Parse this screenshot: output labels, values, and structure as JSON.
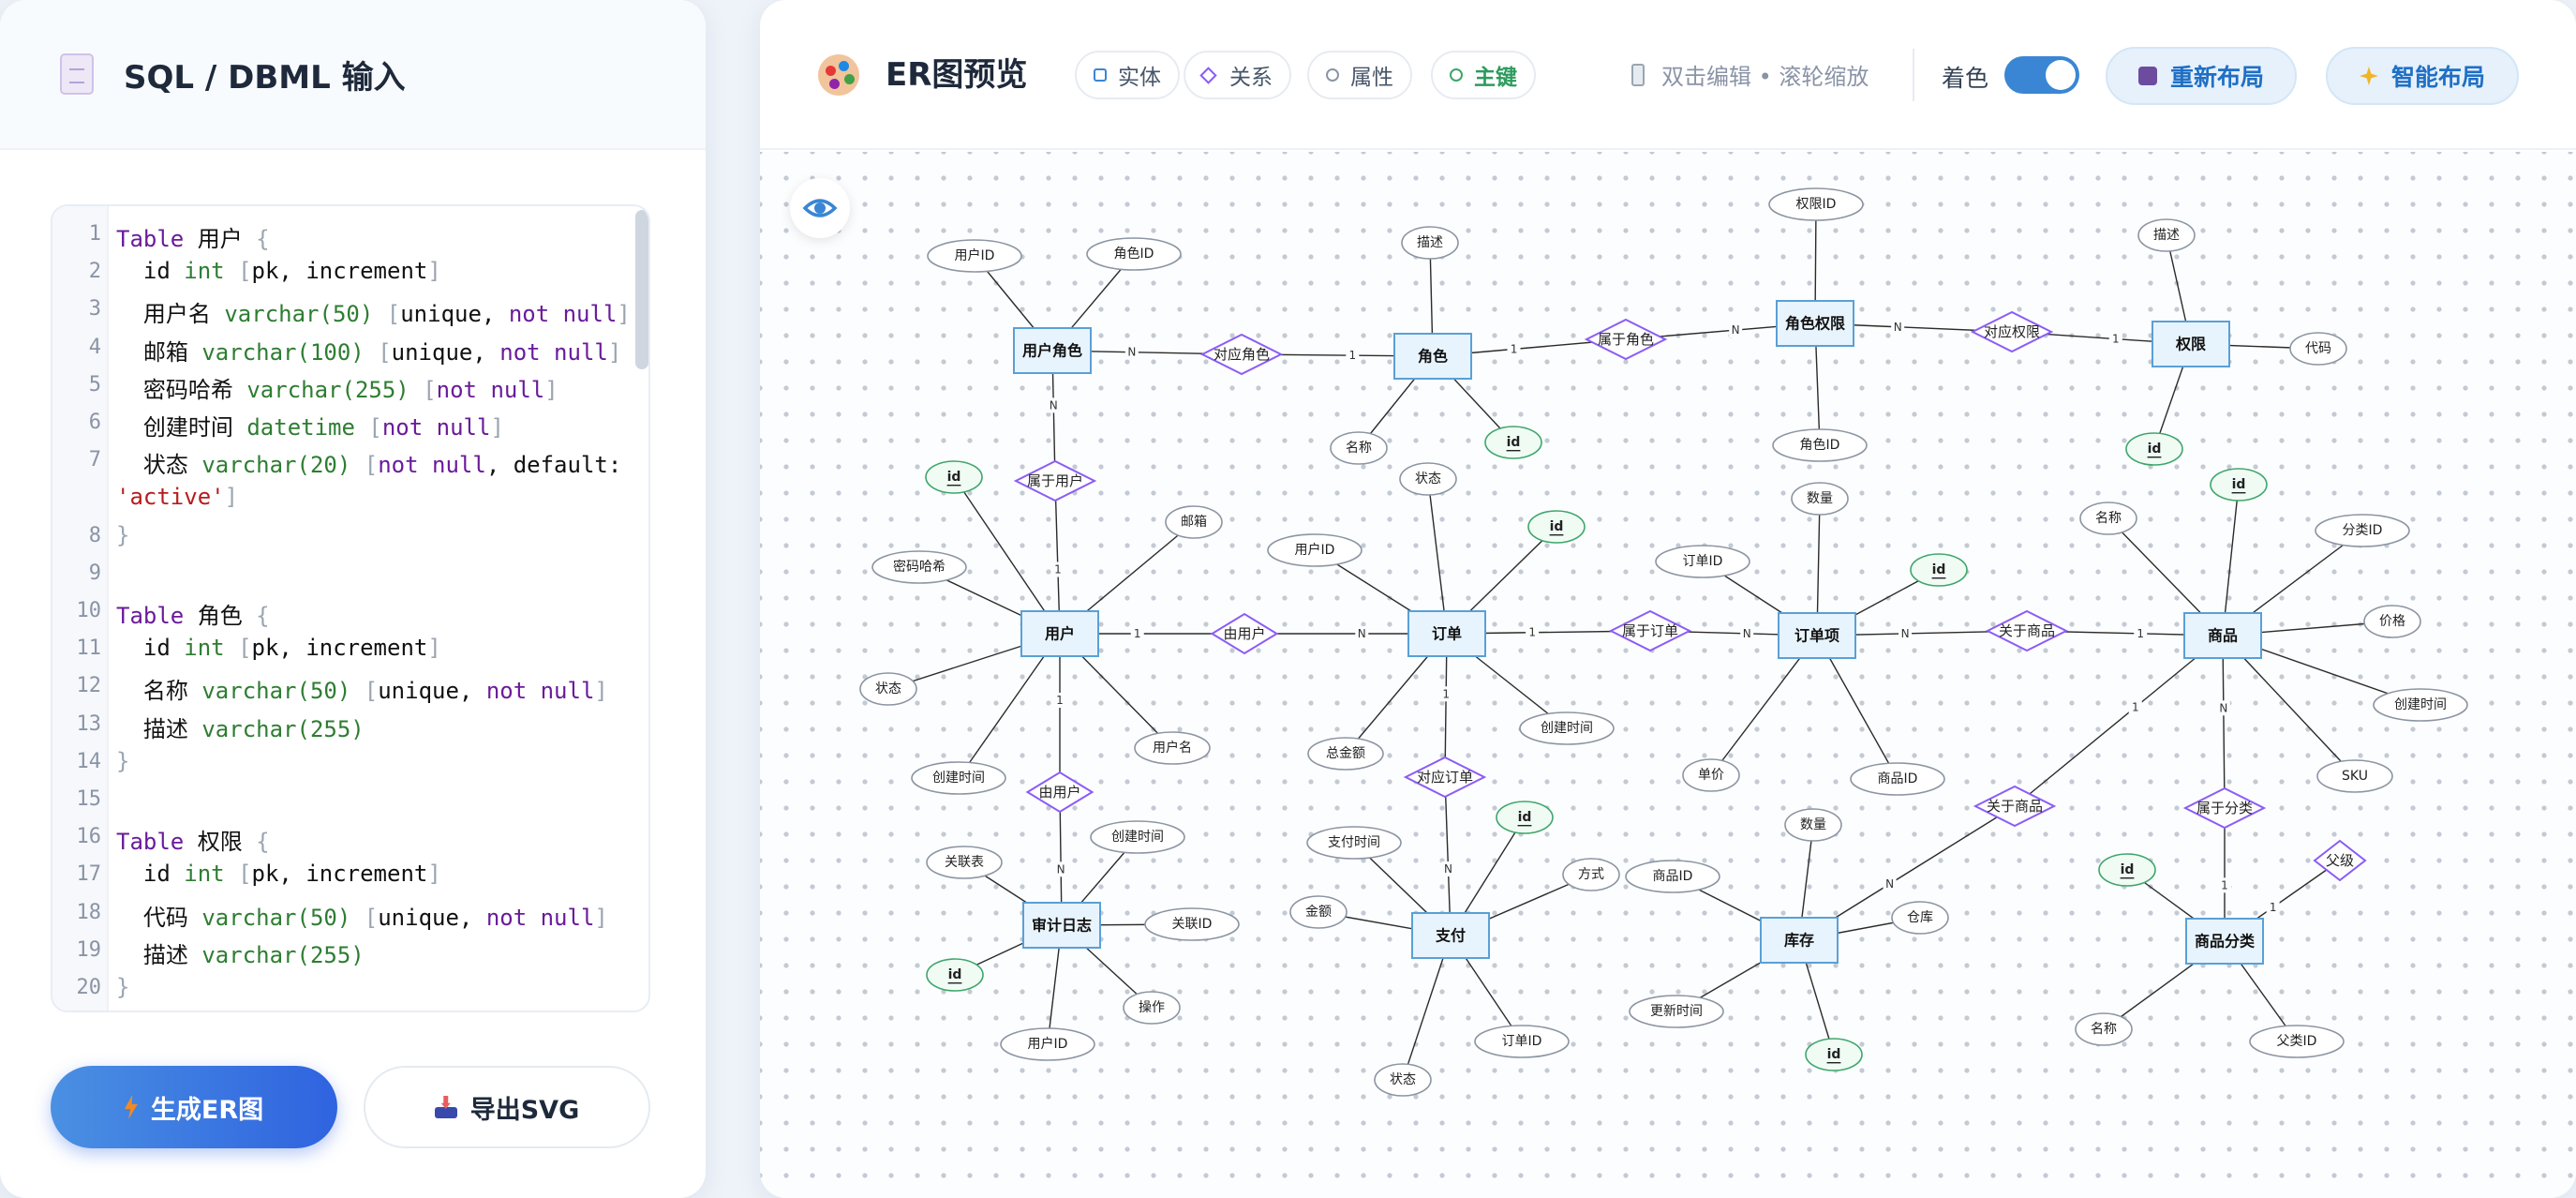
{
  "editor_panel": {
    "title": "SQL / DBML 输入",
    "code_lines": [
      {
        "n": "1",
        "html": "<span class=\"kw\">Table</span> 用户 <span class=\"br\">{</span>"
      },
      {
        "n": "2",
        "html": "  id <span class=\"ty\">int</span> <span class=\"br\">[</span>pk, increment<span class=\"br\">]</span>"
      },
      {
        "n": "3",
        "html": "  用户名 <span class=\"ty\">varchar(50)</span> <span class=\"br\">[</span>unique, <span class=\"kw\">not null</span><span class=\"br\">]</span>"
      },
      {
        "n": "4",
        "html": "  邮箱 <span class=\"ty\">varchar(100)</span> <span class=\"br\">[</span>unique, <span class=\"kw\">not null</span><span class=\"br\">]</span>"
      },
      {
        "n": "5",
        "html": "  密码哈希 <span class=\"ty\">varchar(255)</span> <span class=\"br\">[</span><span class=\"kw\">not null</span><span class=\"br\">]</span>"
      },
      {
        "n": "6",
        "html": "  创建时间 <span class=\"ty\">datetime</span> <span class=\"br\">[</span><span class=\"kw\">not null</span><span class=\"br\">]</span>"
      },
      {
        "n": "7",
        "html": "  状态 <span class=\"ty\">varchar(20)</span> <span class=\"br\">[</span><span class=\"kw\">not null</span>, default:"
      },
      {
        "n": "",
        "html": "<span class=\"st\">'active'</span><span class=\"br\">]</span>"
      },
      {
        "n": "8",
        "html": "<span class=\"br\">}</span>"
      },
      {
        "n": "9",
        "html": ""
      },
      {
        "n": "10",
        "html": "<span class=\"kw\">Table</span> 角色 <span class=\"br\">{</span>"
      },
      {
        "n": "11",
        "html": "  id <span class=\"ty\">int</span> <span class=\"br\">[</span>pk, increment<span class=\"br\">]</span>"
      },
      {
        "n": "12",
        "html": "  名称 <span class=\"ty\">varchar(50)</span> <span class=\"br\">[</span>unique, <span class=\"kw\">not null</span><span class=\"br\">]</span>"
      },
      {
        "n": "13",
        "html": "  描述 <span class=\"ty\">varchar(255)</span>"
      },
      {
        "n": "14",
        "html": "<span class=\"br\">}</span>"
      },
      {
        "n": "15",
        "html": ""
      },
      {
        "n": "16",
        "html": "<span class=\"kw\">Table</span> 权限 <span class=\"br\">{</span>"
      },
      {
        "n": "17",
        "html": "  id <span class=\"ty\">int</span> <span class=\"br\">[</span>pk, increment<span class=\"br\">]</span>"
      },
      {
        "n": "18",
        "html": "  代码 <span class=\"ty\">varchar(50)</span> <span class=\"br\">[</span>unique, <span class=\"kw\">not null</span><span class=\"br\">]</span>"
      },
      {
        "n": "19",
        "html": "  描述 <span class=\"ty\">varchar(255)</span>"
      },
      {
        "n": "20",
        "html": "<span class=\"br\">}</span>"
      }
    ],
    "generate_label": "生成ER图",
    "export_label": "导出SVG"
  },
  "preview_panel": {
    "title": "ER图预览",
    "legend": {
      "entity": "实体",
      "relation": "关系",
      "attribute": "属性",
      "primary_key": "主键"
    },
    "hint": "双击编辑 • 滚轮缩放",
    "color_label": "着色",
    "color_on": true,
    "relayout_label": "重新布局",
    "smart_layout_label": "智能布局"
  },
  "colors": {
    "accent": "#3a86d4",
    "entity_fill": "#e8f4fd",
    "entity_stroke": "#5aa0d6",
    "relation_stroke": "#8b5cf6",
    "pk_stroke": "#3ea66b"
  },
  "er": {
    "entities": [
      {
        "id": "user_role",
        "name": "用户角色"
      },
      {
        "id": "role",
        "name": "角色"
      },
      {
        "id": "role_perm",
        "name": "角色权限"
      },
      {
        "id": "perm",
        "name": "权限"
      },
      {
        "id": "user",
        "name": "用户"
      },
      {
        "id": "order",
        "name": "订单"
      },
      {
        "id": "order_item",
        "name": "订单项"
      },
      {
        "id": "product",
        "name": "商品"
      },
      {
        "id": "audit",
        "name": "审计日志"
      },
      {
        "id": "pay",
        "name": "支付"
      },
      {
        "id": "stock",
        "name": "库存"
      },
      {
        "id": "category",
        "name": "商品分类"
      }
    ],
    "relations": [
      {
        "id": "r1",
        "name": "对应角色",
        "card_a": "N",
        "card_b": "1"
      },
      {
        "id": "r2",
        "name": "属于角色",
        "card_a": "1",
        "card_b": "N"
      },
      {
        "id": "r3",
        "name": "对应权限",
        "card_a": "N",
        "card_b": "1"
      },
      {
        "id": "r4",
        "name": "属于用户",
        "card_a": "N",
        "card_b": "1"
      },
      {
        "id": "r5",
        "name": "由用户",
        "card_a": "1",
        "card_b": "N"
      },
      {
        "id": "r6",
        "name": "属于订单",
        "card_a": "1",
        "card_b": "N"
      },
      {
        "id": "r7",
        "name": "关于商品",
        "card_a": "N",
        "card_b": "1"
      },
      {
        "id": "r8",
        "name": "由用户",
        "card_a": "1",
        "card_b": "N"
      },
      {
        "id": "r9",
        "name": "对应订单",
        "card_a": "1",
        "card_b": "N"
      },
      {
        "id": "r10",
        "name": "关于商品",
        "card_a": "1",
        "card_b": "N"
      },
      {
        "id": "r11",
        "name": "属于分类",
        "card_a": "N",
        "card_b": "1"
      },
      {
        "id": "r12",
        "name": "父级",
        "card_a": "1",
        "card_b": ""
      }
    ],
    "attributes": [
      {
        "of": "user_role",
        "name": "用户ID",
        "pk": false
      },
      {
        "of": "user_role",
        "name": "角色ID",
        "pk": false
      },
      {
        "of": "role",
        "name": "描述",
        "pk": false
      },
      {
        "of": "role",
        "name": "名称",
        "pk": false
      },
      {
        "of": "role",
        "name": "id",
        "pk": true
      },
      {
        "of": "role_perm",
        "name": "权限ID",
        "pk": false
      },
      {
        "of": "role_perm",
        "name": "角色ID",
        "pk": false
      },
      {
        "of": "perm",
        "name": "描述",
        "pk": false
      },
      {
        "of": "perm",
        "name": "代码",
        "pk": false
      },
      {
        "of": "perm",
        "name": "id",
        "pk": true
      },
      {
        "of": "user",
        "name": "id",
        "pk": true
      },
      {
        "of": "user",
        "name": "邮箱",
        "pk": false
      },
      {
        "of": "user",
        "name": "密码哈希",
        "pk": false
      },
      {
        "of": "user",
        "name": "状态",
        "pk": false
      },
      {
        "of": "user",
        "name": "创建时间",
        "pk": false
      },
      {
        "of": "user",
        "name": "用户名",
        "pk": false
      },
      {
        "of": "order",
        "name": "状态",
        "pk": false
      },
      {
        "of": "order",
        "name": "用户ID",
        "pk": false
      },
      {
        "of": "order",
        "name": "id",
        "pk": true
      },
      {
        "of": "order",
        "name": "总金额",
        "pk": false
      },
      {
        "of": "order",
        "name": "创建时间",
        "pk": false
      },
      {
        "of": "order_item",
        "name": "数量",
        "pk": false
      },
      {
        "of": "order_item",
        "name": "订单ID",
        "pk": false
      },
      {
        "of": "order_item",
        "name": "id",
        "pk": true
      },
      {
        "of": "order_item",
        "name": "单价",
        "pk": false
      },
      {
        "of": "order_item",
        "name": "商品ID",
        "pk": false
      },
      {
        "of": "product",
        "name": "名称",
        "pk": false
      },
      {
        "of": "product",
        "name": "id",
        "pk": true
      },
      {
        "of": "product",
        "name": "分类ID",
        "pk": false
      },
      {
        "of": "product",
        "name": "价格",
        "pk": false
      },
      {
        "of": "product",
        "name": "创建时间",
        "pk": false
      },
      {
        "of": "product",
        "name": "SKU",
        "pk": false
      },
      {
        "of": "audit",
        "name": "关联表",
        "pk": false
      },
      {
        "of": "audit",
        "name": "创建时间",
        "pk": false
      },
      {
        "of": "audit",
        "name": "关联ID",
        "pk": false
      },
      {
        "of": "audit",
        "name": "id",
        "pk": true
      },
      {
        "of": "audit",
        "name": "操作",
        "pk": false
      },
      {
        "of": "audit",
        "name": "用户ID",
        "pk": false
      },
      {
        "of": "pay",
        "name": "支付时间",
        "pk": false
      },
      {
        "of": "pay",
        "name": "id",
        "pk": true
      },
      {
        "of": "pay",
        "name": "方式",
        "pk": false
      },
      {
        "of": "pay",
        "name": "金额",
        "pk": false
      },
      {
        "of": "pay",
        "name": "订单ID",
        "pk": false
      },
      {
        "of": "pay",
        "name": "状态",
        "pk": false
      },
      {
        "of": "stock",
        "name": "数量",
        "pk": false
      },
      {
        "of": "stock",
        "name": "商品ID",
        "pk": false
      },
      {
        "of": "stock",
        "name": "仓库",
        "pk": false
      },
      {
        "of": "stock",
        "name": "更新时间",
        "pk": false
      },
      {
        "of": "stock",
        "name": "id",
        "pk": true
      },
      {
        "of": "category",
        "name": "id",
        "pk": true
      },
      {
        "of": "category",
        "name": "名称",
        "pk": false
      },
      {
        "of": "category",
        "name": "父类ID",
        "pk": false
      }
    ]
  }
}
